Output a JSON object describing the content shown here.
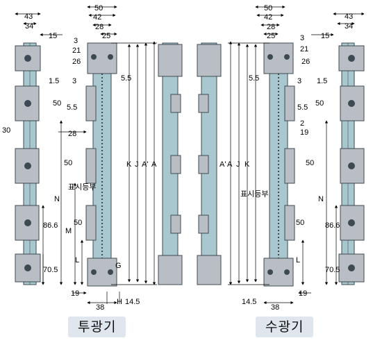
{
  "captions": {
    "emitter": "투광기",
    "receiver": "수광기"
  },
  "indicator_label": "표시등부",
  "colors": {
    "body": "#a9c7cf",
    "bracket": "#b9bec4",
    "dark": "#3d4a52",
    "caption_bg": "#dfe6ee"
  },
  "top_dims": {
    "left": [
      "43",
      "34",
      "15"
    ],
    "emitter_top": [
      "50",
      "42",
      "28",
      "25",
      "3",
      "21",
      "26",
      "3"
    ],
    "receiver_top": [
      "50",
      "42",
      "28",
      "25",
      "3",
      "21",
      "26",
      "3"
    ],
    "right": [
      "43",
      "34",
      "15"
    ]
  },
  "emitter_dims": {
    "d15": "1.5",
    "d50a": "50",
    "d55": "5.5",
    "d30": "30",
    "d28": "28",
    "d50b": "50",
    "d50c": "50",
    "N": "N",
    "M": "M",
    "L": "L",
    "d866": "86.6",
    "d705": "70.5",
    "d19": "19",
    "d38": "38",
    "G": "G",
    "H": "H",
    "d145": "14.5",
    "d55b": "5.5",
    "K": "K",
    "J": "J",
    "Ap": "A'",
    "A": "A"
  },
  "receiver_dims": {
    "d55": "5.5",
    "d15": "1.5",
    "d55b": "5.5",
    "d50a": "50",
    "d2": "2",
    "d19": "19",
    "d50b": "50",
    "d50c": "50",
    "N": "N",
    "L": "L",
    "d866": "86.6",
    "d705": "70.5",
    "d19b": "19",
    "d38": "38",
    "d145": "14.5",
    "Ap": "A'",
    "A": "A",
    "J": "J",
    "K": "K"
  }
}
